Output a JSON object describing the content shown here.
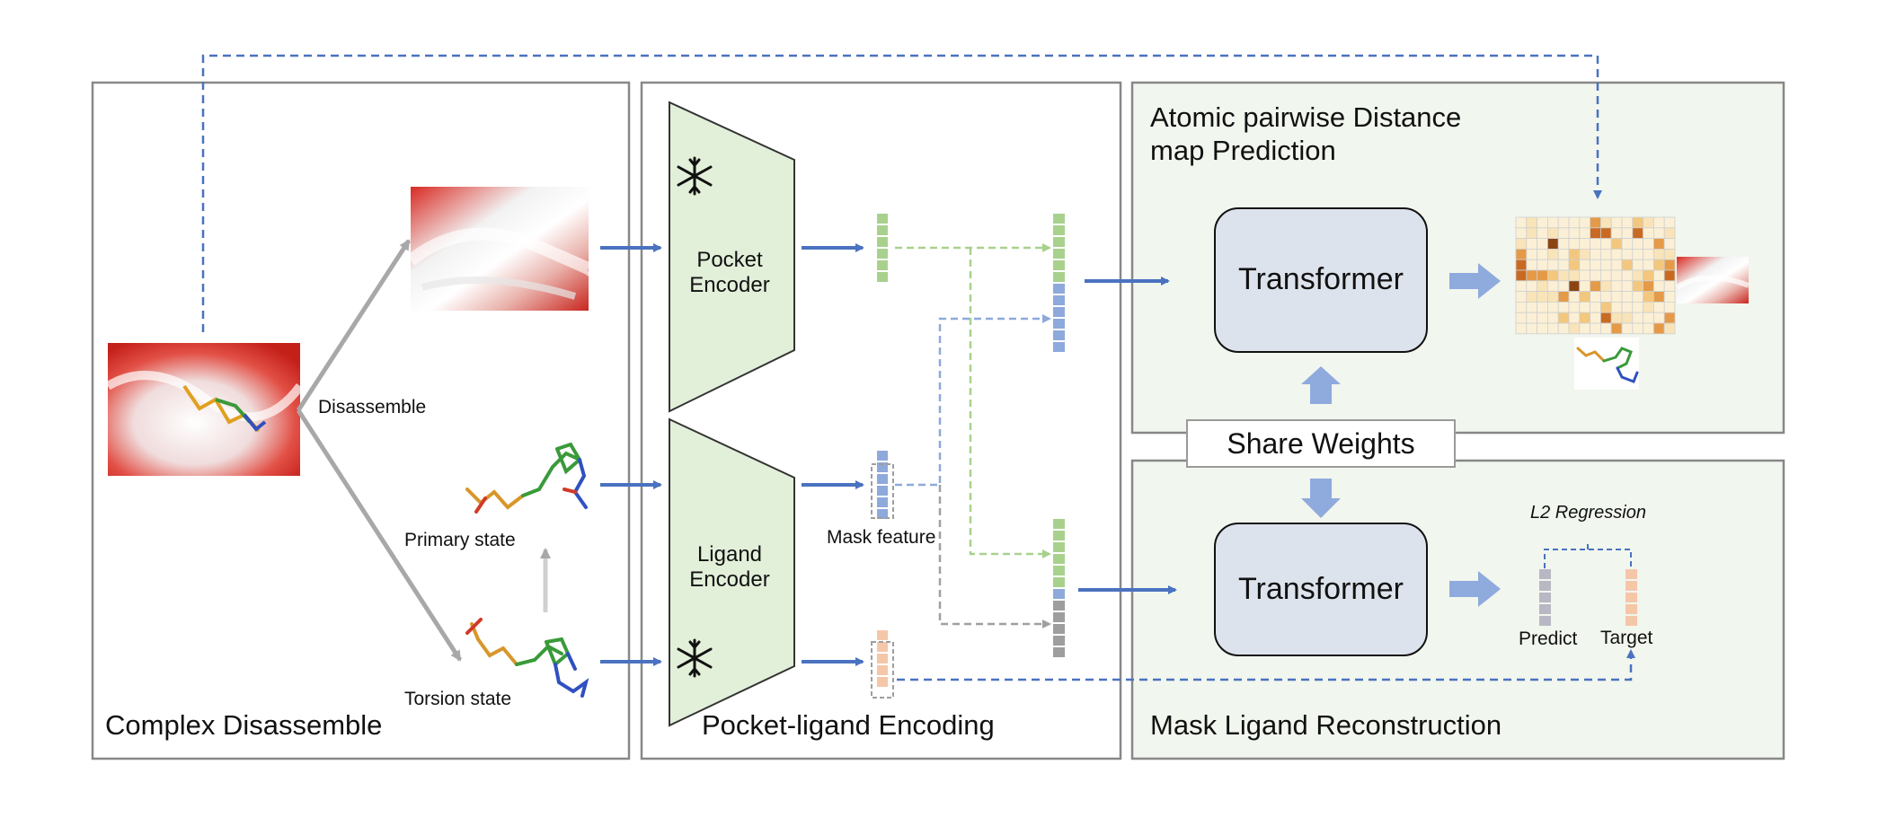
{
  "panels": {
    "complex_disassemble": {
      "title": "Complex Disassemble",
      "disassemble_label": "Disassemble",
      "primary_state_label": "Primary state",
      "torsion_state_label": "Torsion state"
    },
    "pocket_ligand_encoding": {
      "title": "Pocket-ligand Encoding",
      "pocket_encoder_label": "Pocket\nEncoder",
      "ligand_encoder_label": "Ligand\nEncoder",
      "mask_feature_label": "Mask feature"
    },
    "distance_map": {
      "title": "Atomic pairwise Distance\nmap Prediction",
      "transformer_label": "Transformer"
    },
    "mask_reconstruction": {
      "title": "Mask Ligand Reconstruction",
      "transformer_label": "Transformer",
      "regression_label": "L2 Regression",
      "predict_label": "Predict",
      "target_label": "Target"
    }
  },
  "share_weights_label": "Share Weights",
  "colors": {
    "arrow_blue": "#4a72c0",
    "block_arrow_blue": "#8faadc",
    "pocket_green": "#a9d18e",
    "ligand_blue": "#8ea9db",
    "target_peach": "#f4c7a9",
    "mask_gray": "#9e9e9e",
    "encoder_fill": "#e2efd9",
    "transformer_fill": "#dde3ec",
    "panel_fill_green": "#f1f6ee"
  }
}
